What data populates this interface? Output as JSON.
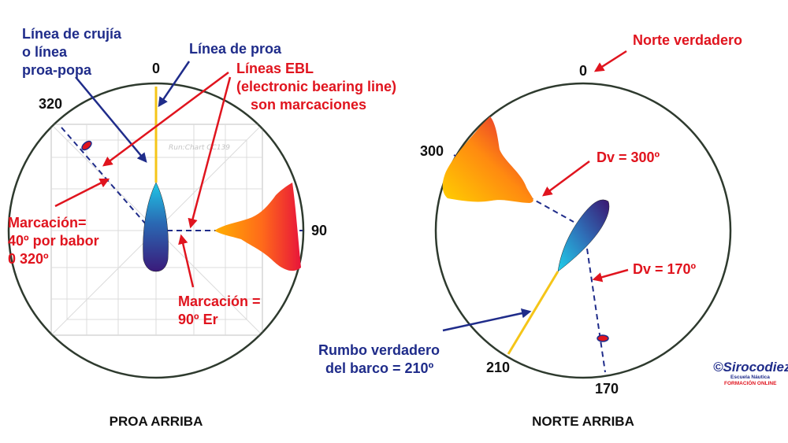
{
  "left_diagram": {
    "caption": "PROA ARRIBA",
    "bearing_labels": {
      "top": "0",
      "left_upper": "320",
      "right": "90"
    },
    "annotations": {
      "crujia_line1": "Línea de crujía",
      "crujia_line2": "o línea",
      "crujia_line3": "proa-popa",
      "proa": "Línea de proa",
      "ebl_line1": "Líneas EBL",
      "ebl_line2": "(electronic bearing line)",
      "ebl_line3": "son marcaciones",
      "marc_babor_line1": "Marcación=",
      "marc_babor_line2": "40º por babor",
      "marc_babor_line3": "0 320º",
      "marc_er_line1": "Marcación =",
      "marc_er_line2": "90º Er"
    },
    "chart_watermark": "Run:Chart CC139"
  },
  "right_diagram": {
    "caption": "NORTE ARRIBA",
    "bearing_labels": {
      "top": "0",
      "left": "300",
      "bottom_left": "210",
      "bottom": "170"
    },
    "annotations": {
      "norte": "Norte verdadero",
      "dv300": "Dv = 300º",
      "dv170": "Dv = 170º",
      "rumbo_line1": "Rumbo verdadero",
      "rumbo_line2": "del barco = 210º"
    }
  },
  "logo": {
    "brand": "©Sirocodiez",
    "line1": "Escuela Náutica",
    "line2": "FORMACIÓN ONLINE"
  },
  "colors": {
    "red": "#e0141e",
    "navy": "#1f2c8a",
    "heading_line": "#f5c518",
    "dashed_line": "#1f2c8a"
  }
}
